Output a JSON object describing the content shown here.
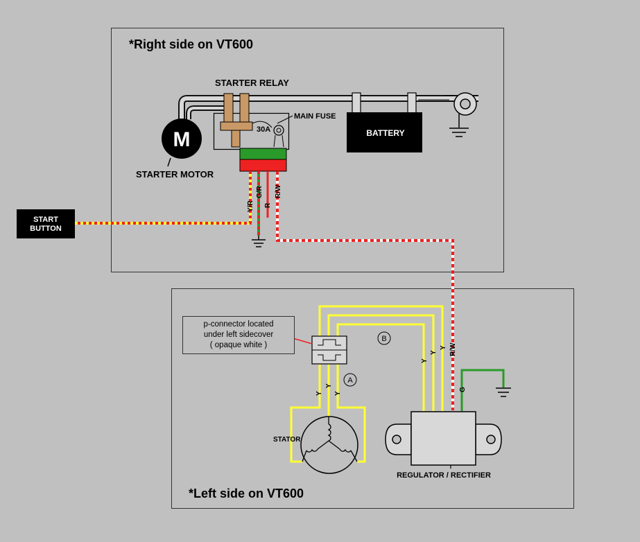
{
  "panels": {
    "right_title": "*Right side on VT600",
    "left_title": "*Left side on VT600"
  },
  "labels": {
    "starter_relay": "STARTER RELAY",
    "main_fuse": "MAIN FUSE",
    "fuse_rating": "30A",
    "battery": "BATTERY",
    "motor_symbol": "M",
    "starter_motor": "STARTER MOTOR",
    "start_button_line1": "START",
    "start_button_line2": "BUTTON",
    "stator": "STATOR",
    "regulator": "REGULATOR / RECTIFIER",
    "connector_note_line1": "p-connector located",
    "connector_note_line2": "under left sidecover",
    "connector_note_line3": "( opaque white )",
    "marker_a": "A",
    "marker_b": "B"
  },
  "wires": {
    "yr": "Y/R",
    "gr": "G/R",
    "r": "R",
    "rw": "R/W",
    "rw_lower": "R/W",
    "y": "Y",
    "g": "G"
  },
  "colors": {
    "background": "#c0c0c0",
    "panel": "#c0c0c0",
    "yellow": "#ffff33",
    "red": "#ee2222",
    "green": "#2a9a2a",
    "copper": "#c89866"
  }
}
